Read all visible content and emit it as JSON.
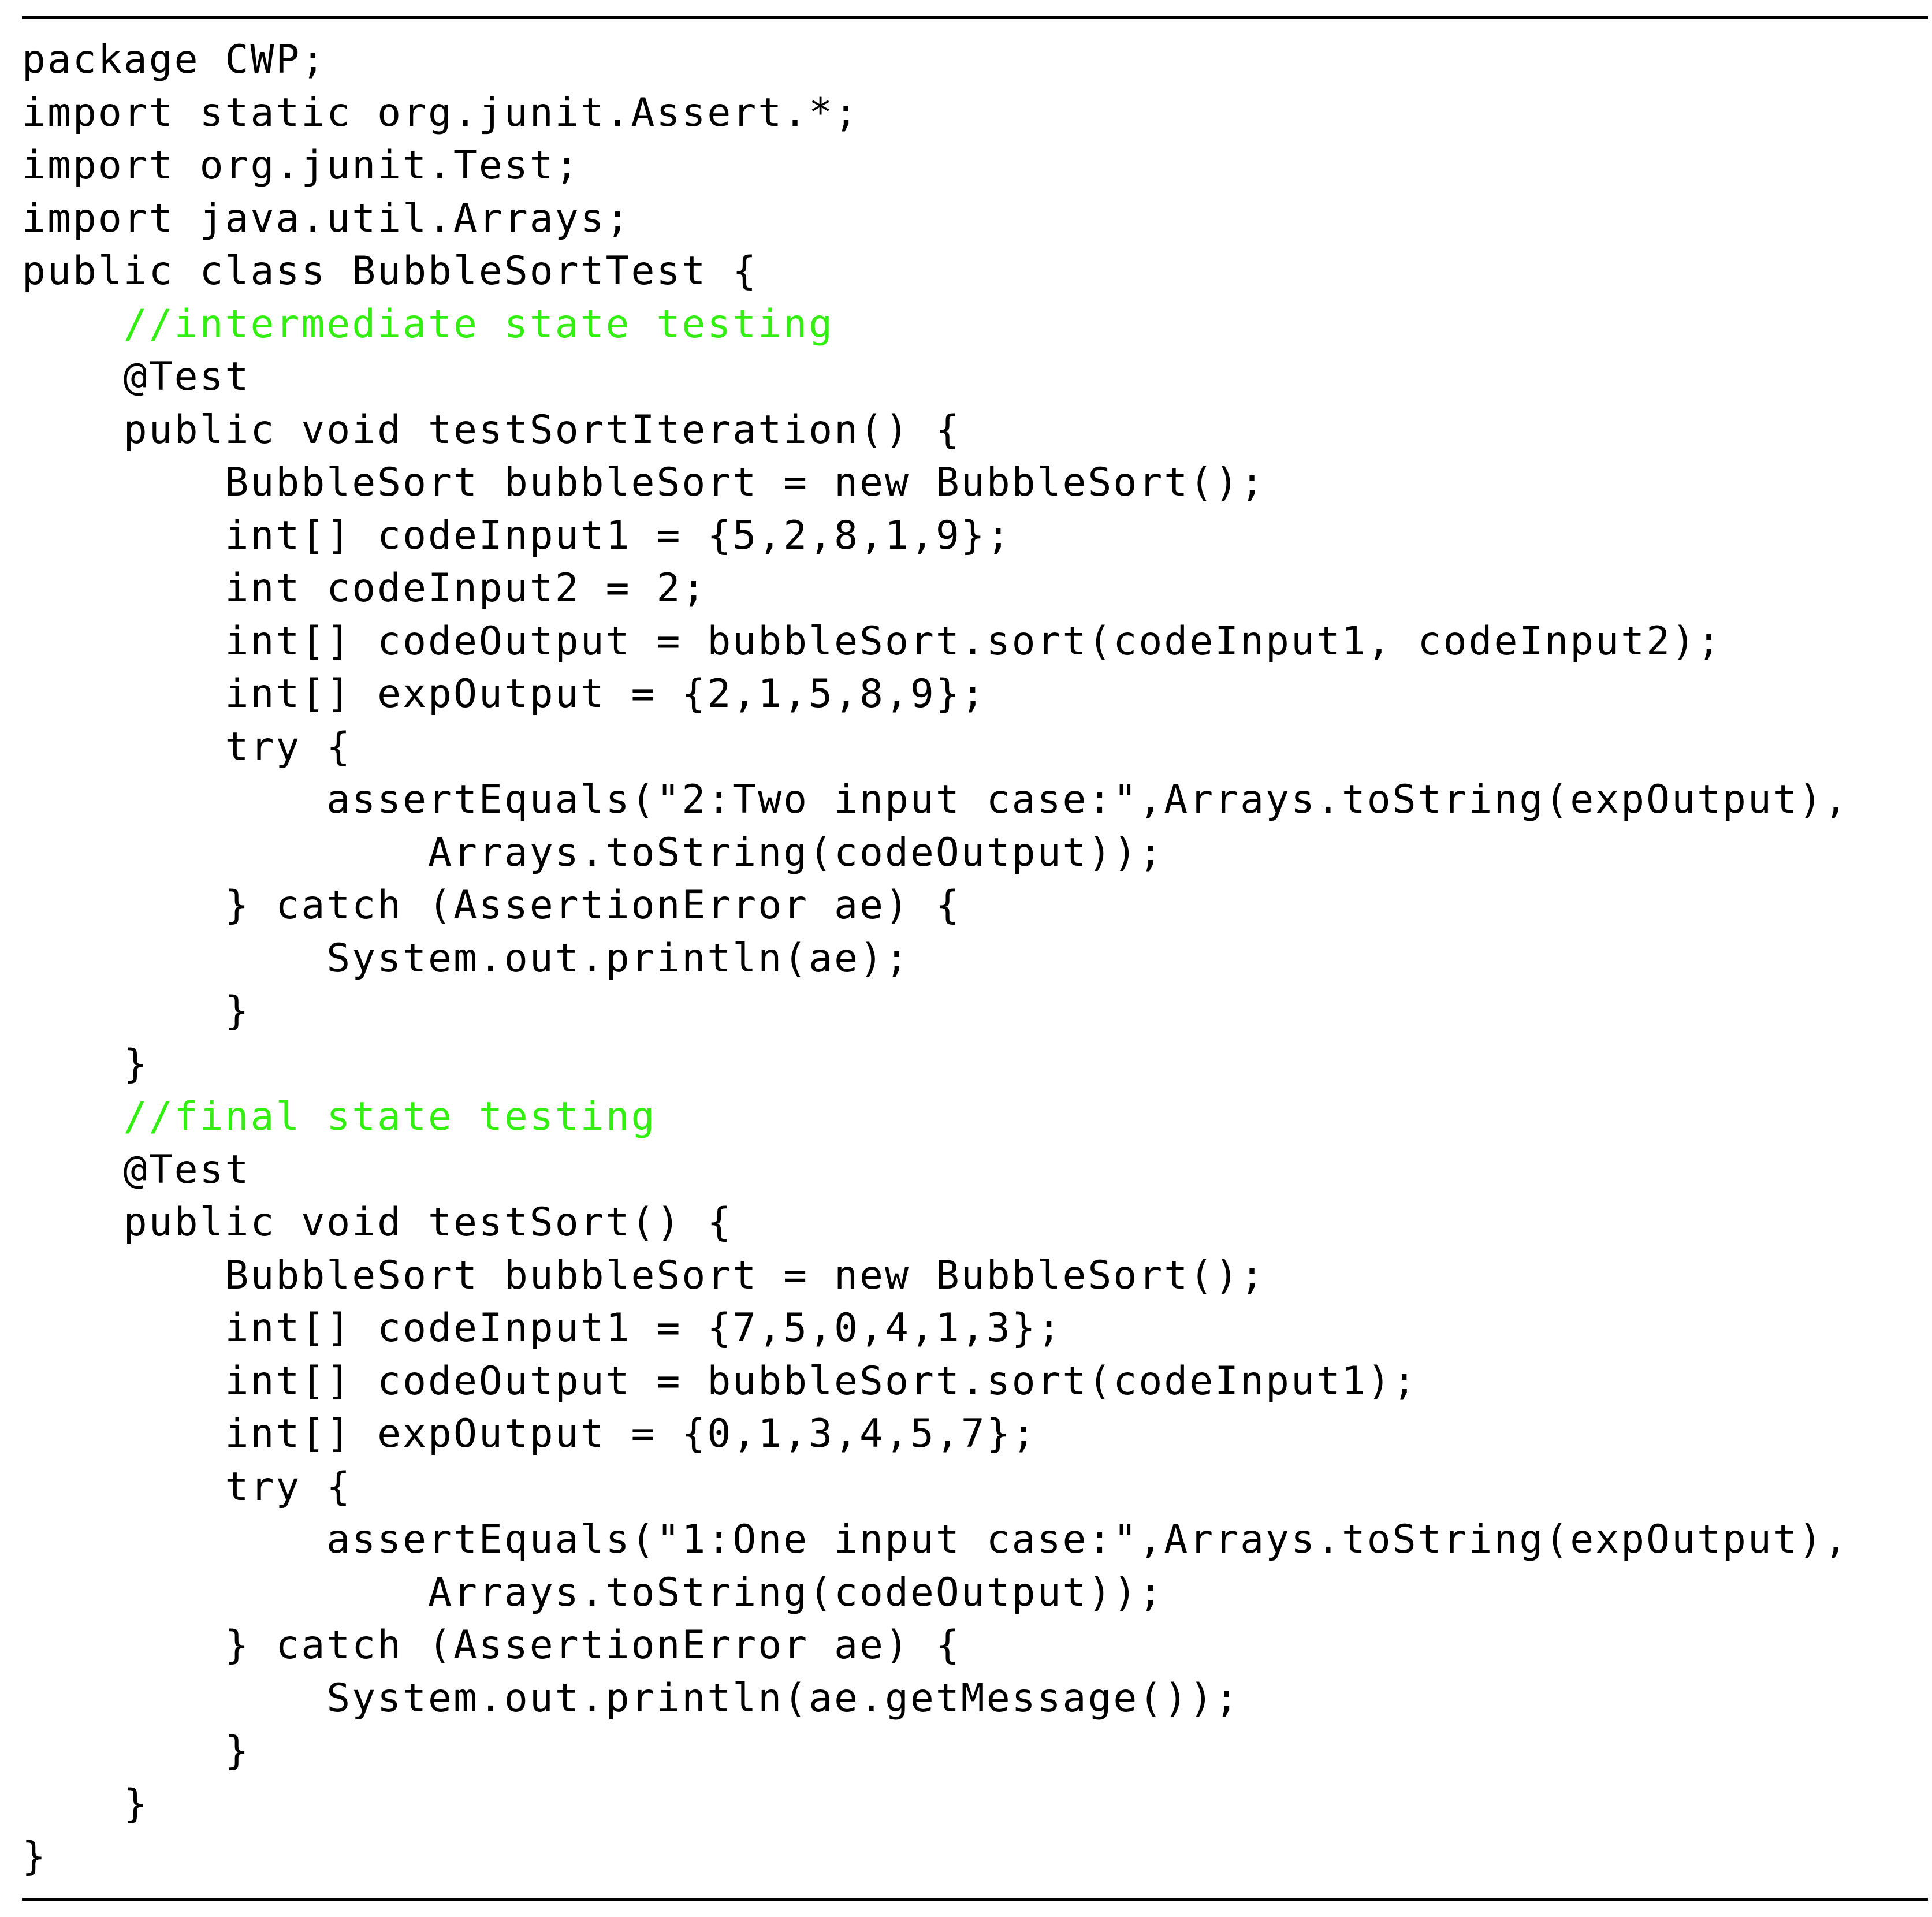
{
  "document": {
    "comment_color": "#33ee11",
    "lines": [
      {
        "text": "package CWP;",
        "type": "code"
      },
      {
        "text": "import static org.junit.Assert.*;",
        "type": "code"
      },
      {
        "text": "import org.junit.Test;",
        "type": "code"
      },
      {
        "text": "import java.util.Arrays;",
        "type": "code"
      },
      {
        "text": "public class BubbleSortTest {",
        "type": "code"
      },
      {
        "text": "    //intermediate state testing",
        "type": "comment"
      },
      {
        "text": "    @Test",
        "type": "code"
      },
      {
        "text": "    public void testSortIteration() {",
        "type": "code"
      },
      {
        "text": "        BubbleSort bubbleSort = new BubbleSort();",
        "type": "code"
      },
      {
        "text": "        int[] codeInput1 = {5,2,8,1,9};",
        "type": "code"
      },
      {
        "text": "        int codeInput2 = 2;",
        "type": "code"
      },
      {
        "text": "        int[] codeOutput = bubbleSort.sort(codeInput1, codeInput2);",
        "type": "code"
      },
      {
        "text": "        int[] expOutput = {2,1,5,8,9};",
        "type": "code"
      },
      {
        "text": "        try {",
        "type": "code"
      },
      {
        "text": "            assertEquals(\"2:Two input case:\",Arrays.toString(expOutput),",
        "type": "code"
      },
      {
        "text": "                Arrays.toString(codeOutput));",
        "type": "code"
      },
      {
        "text": "        } catch (AssertionError ae) {",
        "type": "code"
      },
      {
        "text": "            System.out.println(ae);",
        "type": "code"
      },
      {
        "text": "        }",
        "type": "code"
      },
      {
        "text": "    }",
        "type": "code"
      },
      {
        "text": "    //final state testing",
        "type": "comment"
      },
      {
        "text": "    @Test",
        "type": "code"
      },
      {
        "text": "    public void testSort() {",
        "type": "code"
      },
      {
        "text": "        BubbleSort bubbleSort = new BubbleSort();",
        "type": "code"
      },
      {
        "text": "        int[] codeInput1 = {7,5,0,4,1,3};",
        "type": "code"
      },
      {
        "text": "        int[] codeOutput = bubbleSort.sort(codeInput1);",
        "type": "code"
      },
      {
        "text": "        int[] expOutput = {0,1,3,4,5,7};",
        "type": "code"
      },
      {
        "text": "        try {",
        "type": "code"
      },
      {
        "text": "            assertEquals(\"1:One input case:\",Arrays.toString(expOutput),",
        "type": "code"
      },
      {
        "text": "                Arrays.toString(codeOutput));",
        "type": "code"
      },
      {
        "text": "        } catch (AssertionError ae) {",
        "type": "code"
      },
      {
        "text": "            System.out.println(ae.getMessage());",
        "type": "code"
      },
      {
        "text": "        }",
        "type": "code"
      },
      {
        "text": "    }",
        "type": "code"
      },
      {
        "text": "}",
        "type": "code"
      }
    ]
  }
}
